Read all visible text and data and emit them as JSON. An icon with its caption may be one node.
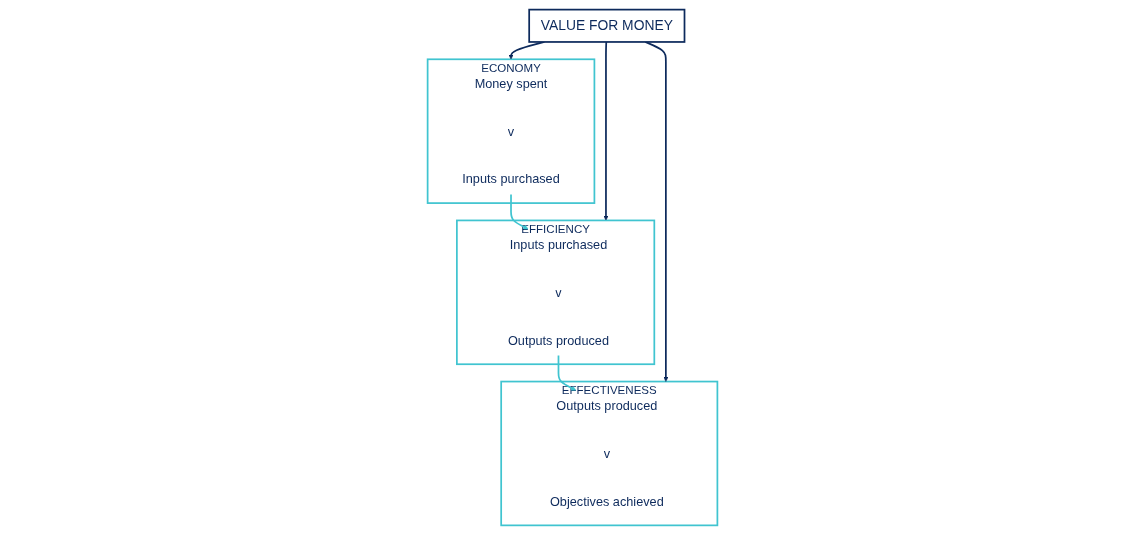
{
  "diagram": {
    "nodes": [
      {
        "text": [
          "VALUE FOR MONEY"
        ]
      },
      {
        "text": [
          "ECONOMY"
        ]
      },
      {
        "text": [
          "Money spent"
        ],
        "in": 1
      },
      {
        "text": [
          "v"
        ],
        "in": 1
      },
      {
        "text": [
          "Inputs purchased"
        ],
        "in": 1
      },
      {
        "text": [
          "EFFICIENCY"
        ]
      },
      {
        "text": [
          "Inputs purchased"
        ],
        "in": 5
      },
      {
        "text": [
          "v"
        ],
        "in": 5
      },
      {
        "text": [
          "Outputs produced"
        ],
        "in": 5
      },
      {
        "text": [
          "EFFECTIVENESS"
        ]
      },
      {
        "text": [
          "Outputs produced"
        ],
        "in": 9
      },
      {
        "text": [
          "v"
        ],
        "in": 9
      },
      {
        "text": [
          "Objectives achieved"
        ],
        "in": 9
      }
    ],
    "edges": [
      {
        "from": 0,
        "to": 1,
        "arrow": "to"
      },
      {
        "from": 0,
        "to": 5,
        "arrow": "to"
      },
      {
        "from": 0,
        "to": 9,
        "arrow": "to"
      },
      {
        "from": 4,
        "to": 6,
        "arrow": "to",
        "color": "#40c4d0"
      },
      {
        "from": 8,
        "to": 10,
        "arrow": "to",
        "color": "#40c4d0"
      }
    ]
  }
}
